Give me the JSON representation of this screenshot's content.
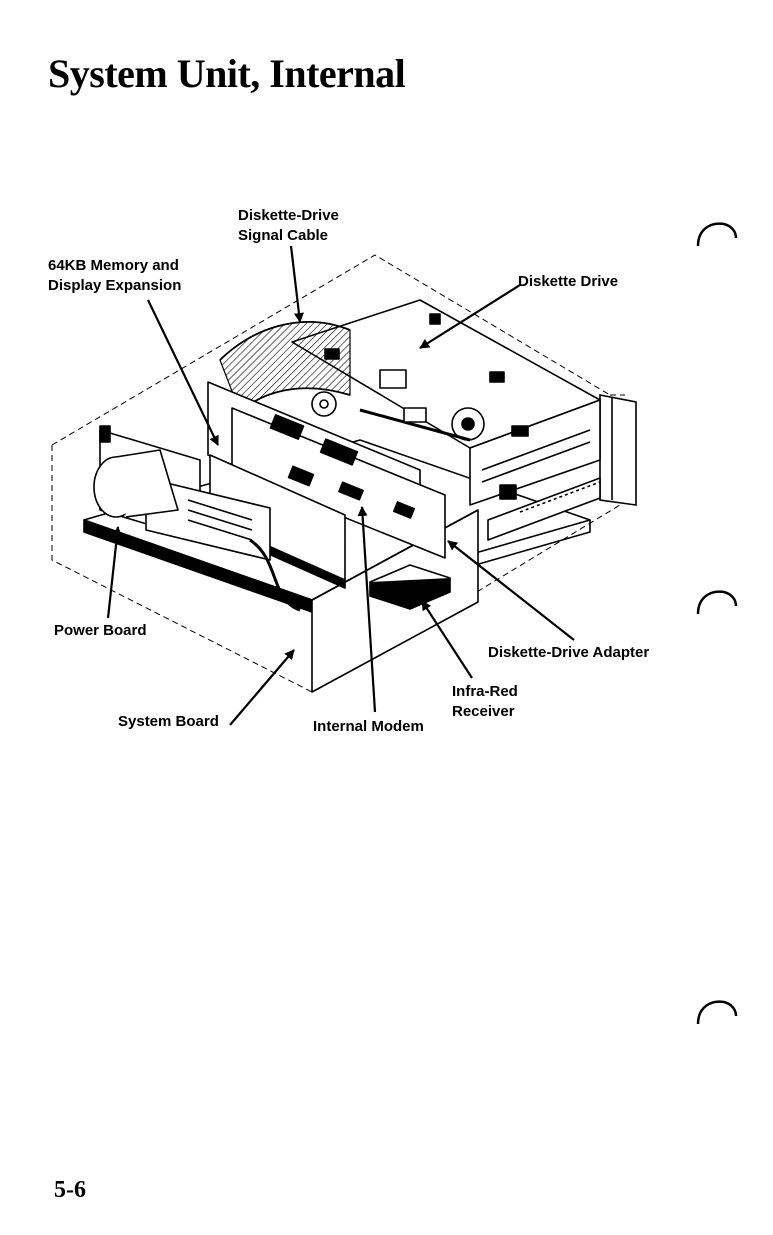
{
  "page": {
    "title": "System Unit, Internal",
    "page_number": "5-6"
  },
  "figure": {
    "labels": {
      "signal_cable": [
        "Diskette-Drive",
        "Signal Cable"
      ],
      "memory_expansion": [
        "64KB Memory and",
        "Display Expansion"
      ],
      "diskette_drive": "Diskette Drive",
      "power_board": "Power Board",
      "diskette_adapter": "Diskette-Drive Adapter",
      "infrared_receiver": [
        "Infra-Red",
        "Receiver"
      ],
      "system_board": "System Board",
      "internal_modem": "Internal Modem"
    }
  }
}
